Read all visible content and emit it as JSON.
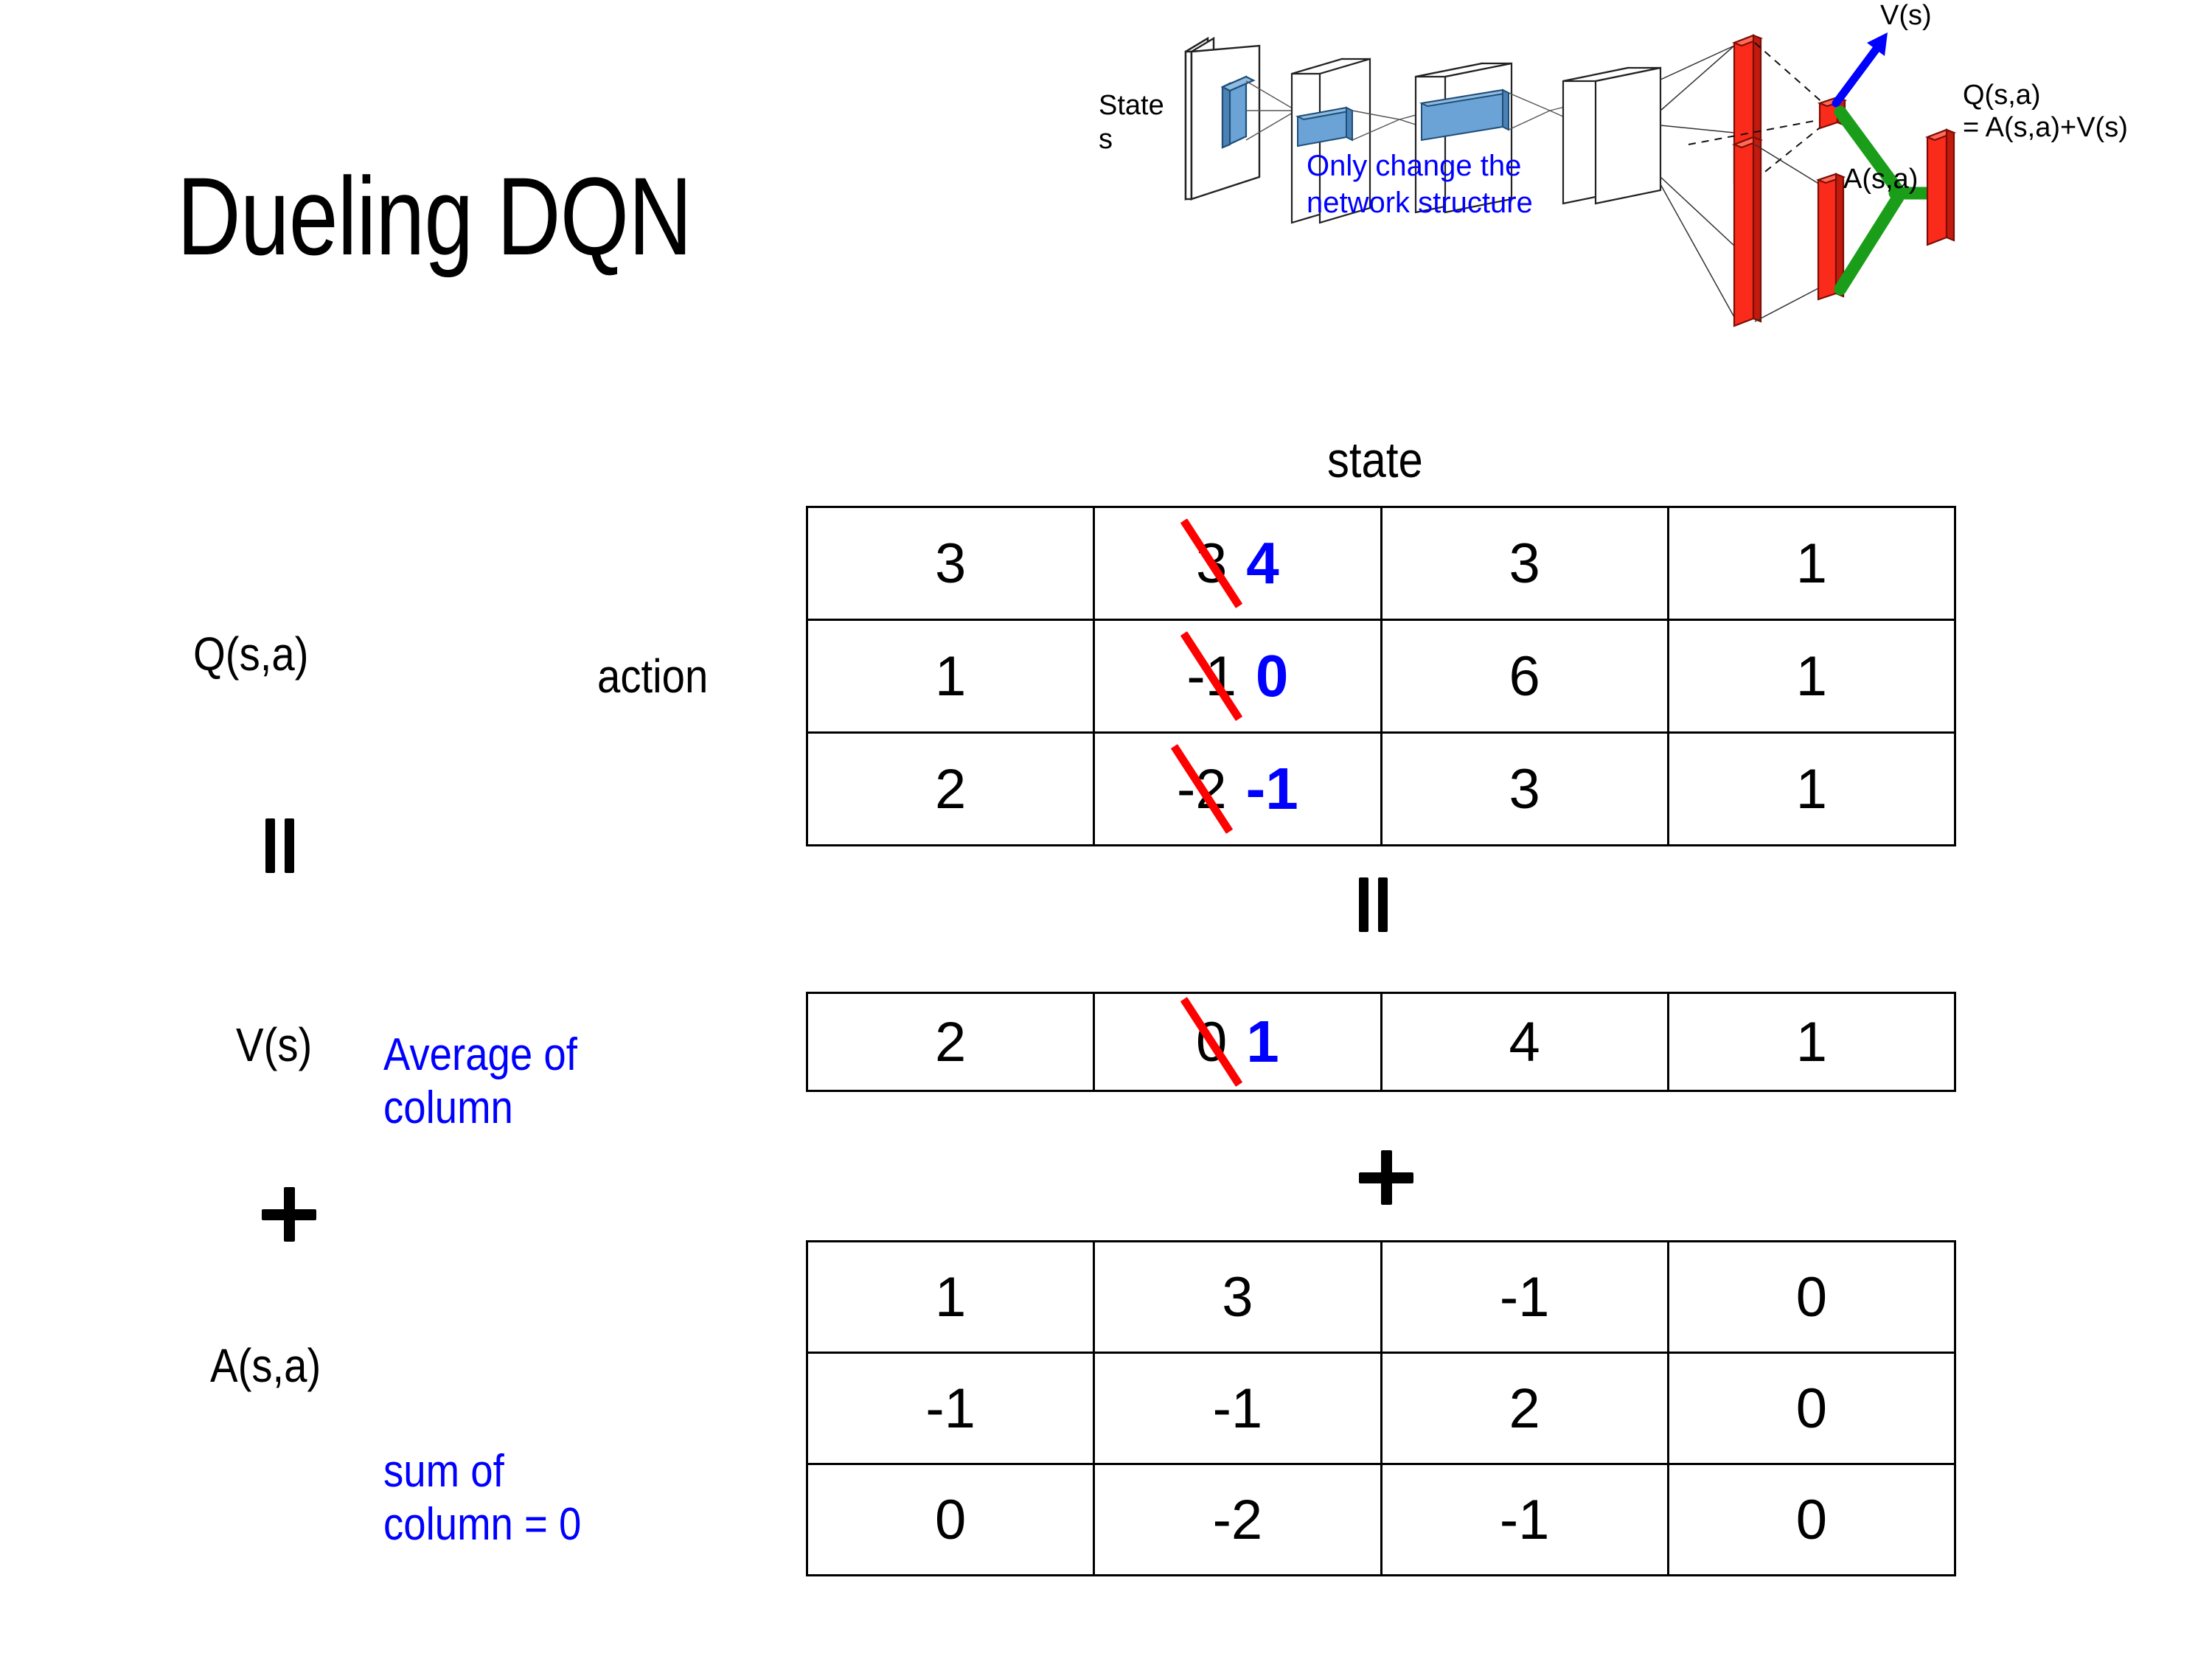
{
  "slide": {
    "title": "Dueling DQN"
  },
  "diagram": {
    "state_label": "State",
    "state_sub": "s",
    "note": "Only change the\nnetwork structure",
    "v_label": "V(s)",
    "a_label": "A(s,a)",
    "q_label_line1": "Q(s,a)",
    "q_label_line2": "= A(s,a)+V(s)",
    "colors": {
      "blue_arrow": "#0000ff",
      "green_join": "#1a9e1a",
      "red_bar": "#fb2b1b",
      "blue_box": "#6ba3d6",
      "note_blue": "#0000ff"
    }
  },
  "labels": {
    "state_axis": "state",
    "action_axis": "action",
    "q_label": "Q(s,a)",
    "v_label": "V(s)",
    "a_label": "A(s,a)",
    "v_note": "Average of\ncolumn",
    "a_note": "sum of\ncolumn = 0",
    "eq_sign_left": "=",
    "eq_sign_mid": "=",
    "plus_sign_left": "+",
    "plus_sign_mid": "+"
  },
  "chart_data": {
    "type": "table",
    "title": "Dueling DQN decomposition Q(s,a) = V(s) + A(s,a)",
    "xlabel": "state",
    "ylabel": "action",
    "tables": [
      {
        "name": "Q(s,a)",
        "rows": 3,
        "cols": 4,
        "values": [
          [
            "3",
            "3",
            "3",
            "1"
          ],
          [
            "1",
            "-1",
            "6",
            "1"
          ],
          [
            "2",
            "-2",
            "3",
            "1"
          ]
        ],
        "edits": [
          {
            "row": 0,
            "col": 1,
            "old": "3",
            "new": "4"
          },
          {
            "row": 1,
            "col": 1,
            "old": "-1",
            "new": "0"
          },
          {
            "row": 2,
            "col": 1,
            "old": "-2",
            "new": "-1"
          }
        ]
      },
      {
        "name": "V(s)",
        "rows": 1,
        "cols": 4,
        "values": [
          [
            "2",
            "0",
            "4",
            "1"
          ]
        ],
        "edits": [
          {
            "row": 0,
            "col": 1,
            "old": "0",
            "new": "1"
          }
        ]
      },
      {
        "name": "A(s,a)",
        "rows": 3,
        "cols": 4,
        "values": [
          [
            "1",
            "3",
            "-1",
            "0"
          ],
          [
            "-1",
            "-1",
            "2",
            "0"
          ],
          [
            "0",
            "-2",
            "-1",
            "0"
          ]
        ],
        "edits": []
      }
    ]
  }
}
